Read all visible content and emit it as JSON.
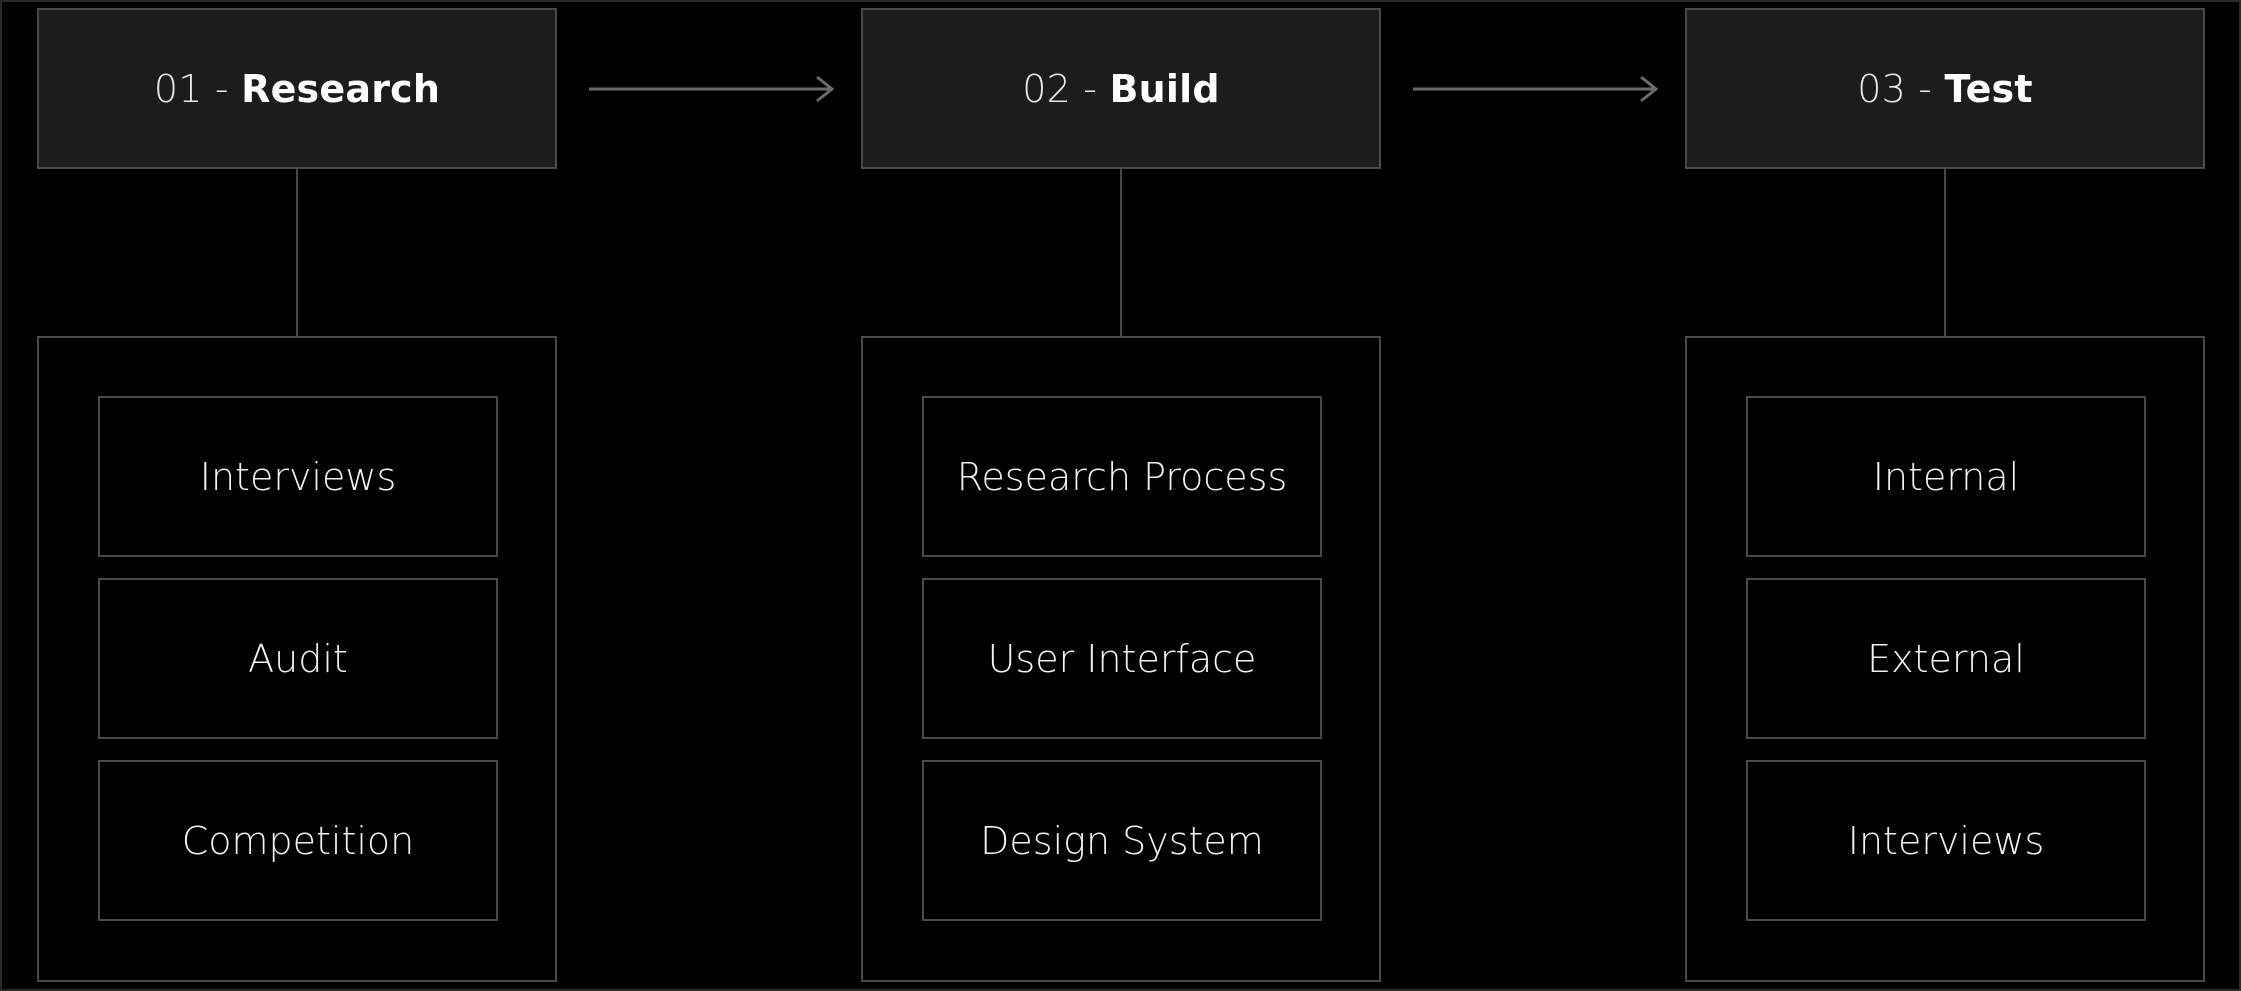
{
  "colors": {
    "background": "#000000",
    "header_fill": "#1c1c1c",
    "stroke": "#4a4a4a",
    "text": "#ffffff"
  },
  "stages": [
    {
      "number": "01",
      "separator": " - ",
      "name": "Research",
      "items": [
        "Interviews",
        "Audit",
        "Competition"
      ]
    },
    {
      "number": "02",
      "separator": " - ",
      "name": "Build",
      "items": [
        "Research Process",
        "User Interface",
        "Design System"
      ]
    },
    {
      "number": "03",
      "separator": " - ",
      "name": "Test",
      "items": [
        "Internal",
        "External",
        "Interviews"
      ]
    }
  ],
  "arrows": [
    {
      "from": "01 - Research",
      "to": "02 - Build",
      "icon": "arrow-right-icon"
    },
    {
      "from": "02 - Build",
      "to": "03 - Test",
      "icon": "arrow-right-icon"
    }
  ]
}
